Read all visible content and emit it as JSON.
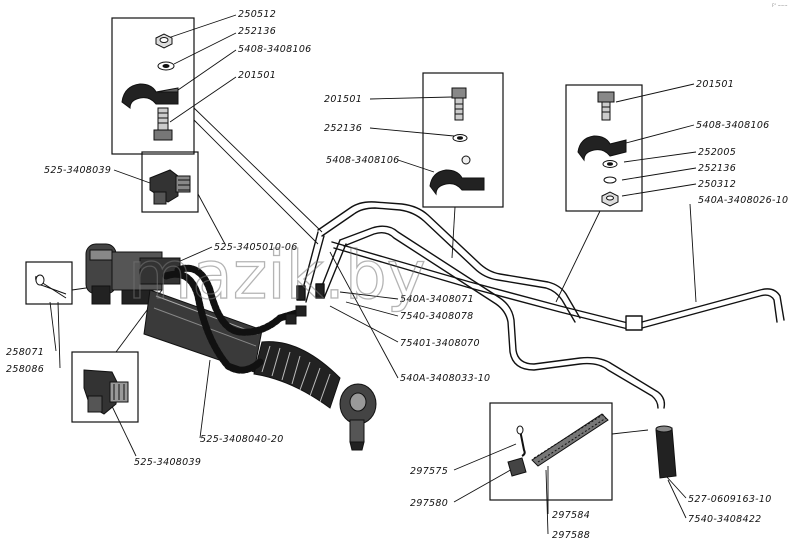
{
  "watermark": "mazik.by",
  "corner_mark": "F° ~~~",
  "labels": {
    "top_250512": "250512",
    "top_252136": "252136",
    "top_5408_3408106": "5408-3408106",
    "top_201501": "201501",
    "mid_201501": "201501",
    "mid_252136": "252136",
    "mid_5408_3408106": "5408-3408106",
    "right_201501": "201501",
    "right_5408_3408106": "5408-3408106",
    "right_252005": "252005",
    "right_252136": "252136",
    "right_250312": "250312",
    "right_540a_3408026": "540A-3408026-10",
    "l_525_3408039_top": "525-3408039",
    "l_525_3405010": "525-3405010-06",
    "l_540a_3408071": "540A-3408071",
    "l_7540_3408078": "7540-3408078",
    "l_75401_3408070": "75401-3408070",
    "l_540a_3408033": "540A-3408033-10",
    "l_258071": "258071",
    "l_258086": "258086",
    "l_525_3408039_bot": "525-3408039",
    "l_525_3408040": "525-3408040-20",
    "b_297575": "297575",
    "b_297580": "297580",
    "b_297584": "297584",
    "b_297588": "297588",
    "b_527_0609163": "527-0609163-10",
    "b_7540_3408422": "7540-3408422"
  },
  "icons": {
    "watermark": "mazik-watermark",
    "pin": "cotter-pin-icon",
    "nut": "nut-icon",
    "bolt": "bolt-icon",
    "clamp": "clamp-bracket-icon"
  }
}
